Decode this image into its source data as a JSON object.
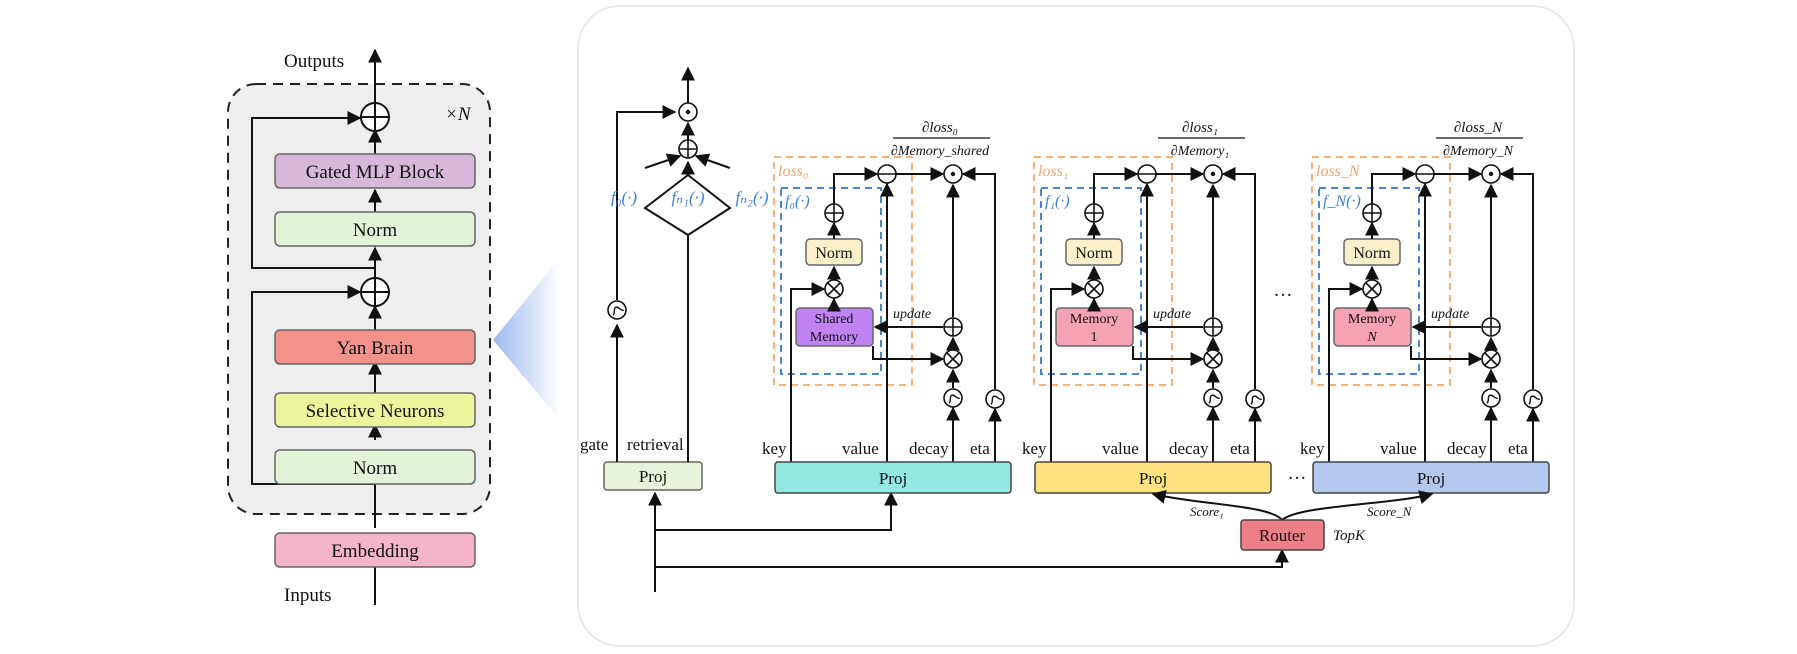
{
  "left": {
    "outputs": "Outputs",
    "inputs": "Inputs",
    "repeat": "×N",
    "blocks": {
      "gated_mlp": "Gated MLP Block",
      "norm_top": "Norm",
      "yan_brain": "Yan Brain",
      "selective_neurons": "Selective Neurons",
      "norm_bottom": "Norm",
      "embedding": "Embedding"
    }
  },
  "retrieval": {
    "funcs": [
      "f₀(·)",
      "fₙ₁(·)",
      "fₙ₂(·)"
    ],
    "gate": "gate",
    "retrieval": "retrieval",
    "proj": "Proj"
  },
  "modules": [
    {
      "loss": "loss₀",
      "func": "f₀(·)",
      "norm": "Norm",
      "memory": [
        "Shared",
        "Memory"
      ],
      "grad_num": "∂loss₀",
      "grad_den": "∂Memory_shared",
      "update": "update",
      "inputs": [
        "key",
        "value",
        "decay",
        "eta"
      ],
      "proj": "Proj"
    },
    {
      "loss": "loss₁",
      "func": "f₁(·)",
      "norm": "Norm",
      "memory": [
        "Memory",
        "1"
      ],
      "grad_num": "∂loss₁",
      "grad_den": "∂Memory₁",
      "update": "update",
      "inputs": [
        "key",
        "value",
        "decay",
        "eta"
      ],
      "proj": "Proj"
    },
    {
      "loss": "loss_N",
      "func": "f_N(·)",
      "norm": "Norm",
      "memory": [
        "Memory",
        "N"
      ],
      "grad_num": "∂loss_N",
      "grad_den": "∂Memory_N",
      "update": "update",
      "inputs": [
        "key",
        "value",
        "decay",
        "eta"
      ],
      "proj": "Proj"
    }
  ],
  "ellipsis": "···",
  "router": {
    "label": "Router",
    "topk": "TopK",
    "score1": "Score₁",
    "scoreN": "Score_N"
  },
  "colors": {
    "gated_mlp": "#d7b8db",
    "norm": "#e3f3d7",
    "yan_brain": "#f2928b",
    "selective": "#ecf59b",
    "embedding": "#f3b5c7",
    "panel_bg": "#eeeeee",
    "proj_retrieval": "#e6f4dc",
    "proj_shared": "#93e8e2",
    "proj_1": "#fde27f",
    "proj_N": "#b4c7ec",
    "router": "#ef7f87",
    "norm_small": "#fbf0c9",
    "shared_memory": "#c183f4",
    "memory": "#f6a2b3",
    "loss_box": "#f6b07c",
    "func_box": "#4a86d8"
  }
}
